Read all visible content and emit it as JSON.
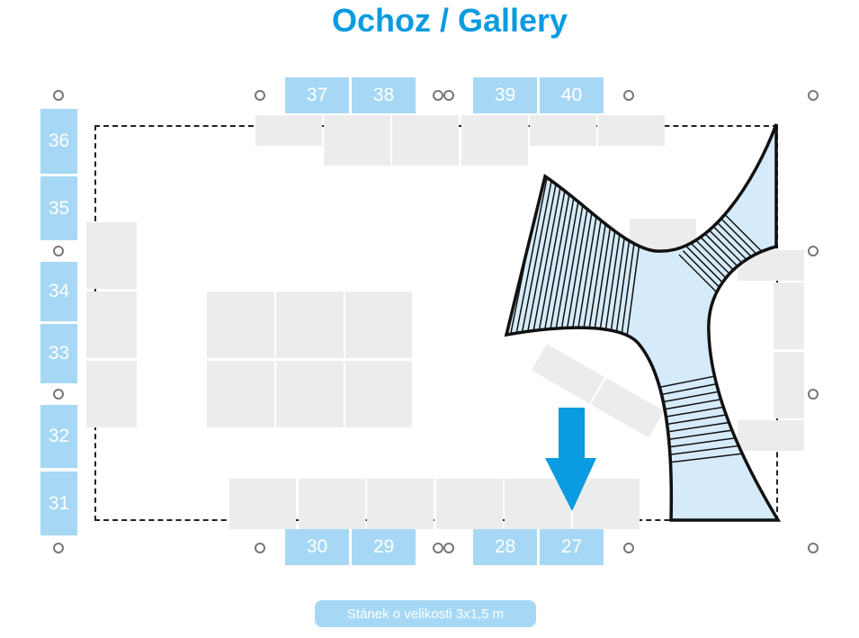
{
  "title": "Ochoz / Gallery",
  "booths": {
    "top": [
      "37",
      "38",
      "39",
      "40"
    ],
    "left": [
      "36",
      "35",
      "34",
      "33",
      "32",
      "31"
    ],
    "bottom": [
      "30",
      "29",
      "28",
      "27"
    ]
  },
  "legend": "Stánek o velikosti 3x1,5 m",
  "colors": {
    "accent": "#0a9be0",
    "booth": "#a6d8f5",
    "stairs": "#d6ebf9",
    "space": "#ececec"
  }
}
